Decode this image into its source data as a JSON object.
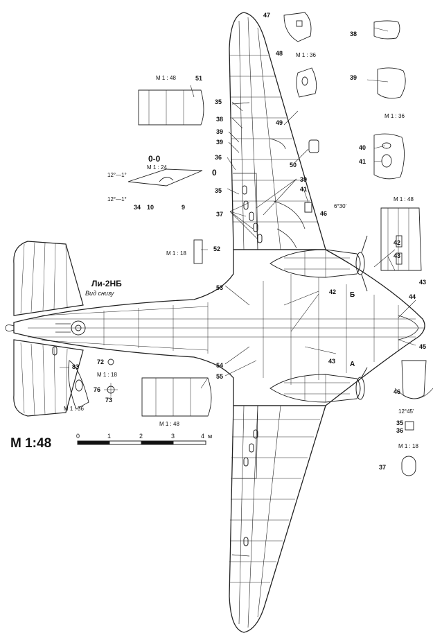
{
  "aircraft": {
    "name": "Ли-2НБ",
    "view": "Вид снизу"
  },
  "main_scale": {
    "label": "M 1:48",
    "ticks": [
      "0",
      "1",
      "2",
      "3",
      "4"
    ],
    "unit": "м"
  },
  "scales": {
    "s48": "M 1 : 48",
    "s36": "M 1 : 36",
    "s24": "M 1 : 24",
    "s18": "M 1 : 18"
  },
  "section": "0-0",
  "section_mark": "0",
  "angles": {
    "a1": "12°—1°",
    "a2": "12°—1°",
    "a3": "6°30'",
    "a4": "12°45'"
  },
  "view_arrows": {
    "a": "А",
    "b": "Б"
  },
  "callouts": [
    "9",
    "10",
    "34",
    "35",
    "36",
    "37",
    "38",
    "39",
    "40",
    "41",
    "42",
    "43",
    "44",
    "45",
    "46",
    "47",
    "48",
    "49",
    "50",
    "51",
    "52",
    "53",
    "54",
    "55",
    "72",
    "73",
    "76",
    "83"
  ]
}
